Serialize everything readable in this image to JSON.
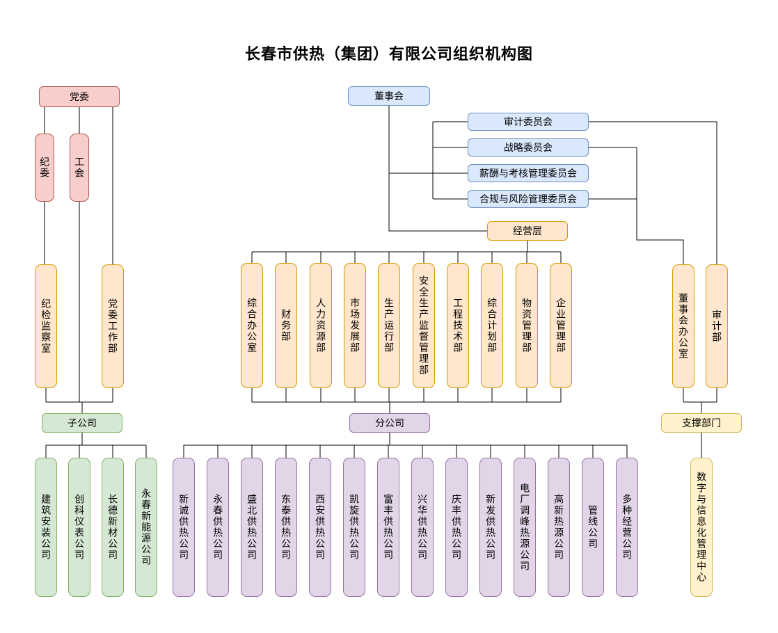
{
  "title": "长春市供热（集团）有限公司组织机构图",
  "party": {
    "root": "党委",
    "children": [
      "纪委",
      "工会"
    ],
    "offices": [
      "纪检监察室",
      "党委工作部"
    ]
  },
  "board": {
    "root": "董事会",
    "committees": [
      "审计委员会",
      "战略委员会",
      "薪酬与考核管理委员会",
      "合规与风险管理委员会"
    ]
  },
  "management": {
    "root": "经营层",
    "departments": [
      "综合办公室",
      "财务部",
      "人力资源部",
      "市场发展部",
      "生产运行部",
      "安全生产监督管理部",
      "工程技术部",
      "综合计划部",
      "物资管理部",
      "企业管理部"
    ]
  },
  "board_offices": [
    "董事会办公室",
    "审计部"
  ],
  "subsidiaries": {
    "header": "子公司",
    "companies": [
      "建筑安装公司",
      "创科仪表公司",
      "长德新材公司",
      "永春新能源公司"
    ]
  },
  "branches": {
    "header": "分公司",
    "companies": [
      "新诚供热公司",
      "永春供热公司",
      "盛北供热公司",
      "东泰供热公司",
      "西安供热公司",
      "凯旋供热公司",
      "富丰供热公司",
      "兴华供热公司",
      "庆丰供热公司",
      "新发供热公司",
      "电厂调峰热源公司",
      "高新热源公司",
      "管线公司",
      "多种经营公司"
    ]
  },
  "support": {
    "header": "支撑部门",
    "units": [
      "数字与信息化管理中心"
    ]
  },
  "palette": {
    "red": {
      "fill": "#f8cecc",
      "stroke": "#b85450"
    },
    "blue": {
      "fill": "#dae8fc",
      "stroke": "#6c8ebf"
    },
    "orange": {
      "fill": "#ffe6cc",
      "stroke": "#d79b00"
    },
    "green": {
      "fill": "#d5e8d4",
      "stroke": "#82b366"
    },
    "purple": {
      "fill": "#e1d5e7",
      "stroke": "#9673a6"
    },
    "yellow": {
      "fill": "#fff2cc",
      "stroke": "#d6b656"
    },
    "line": "#000000",
    "text": "#000000"
  }
}
